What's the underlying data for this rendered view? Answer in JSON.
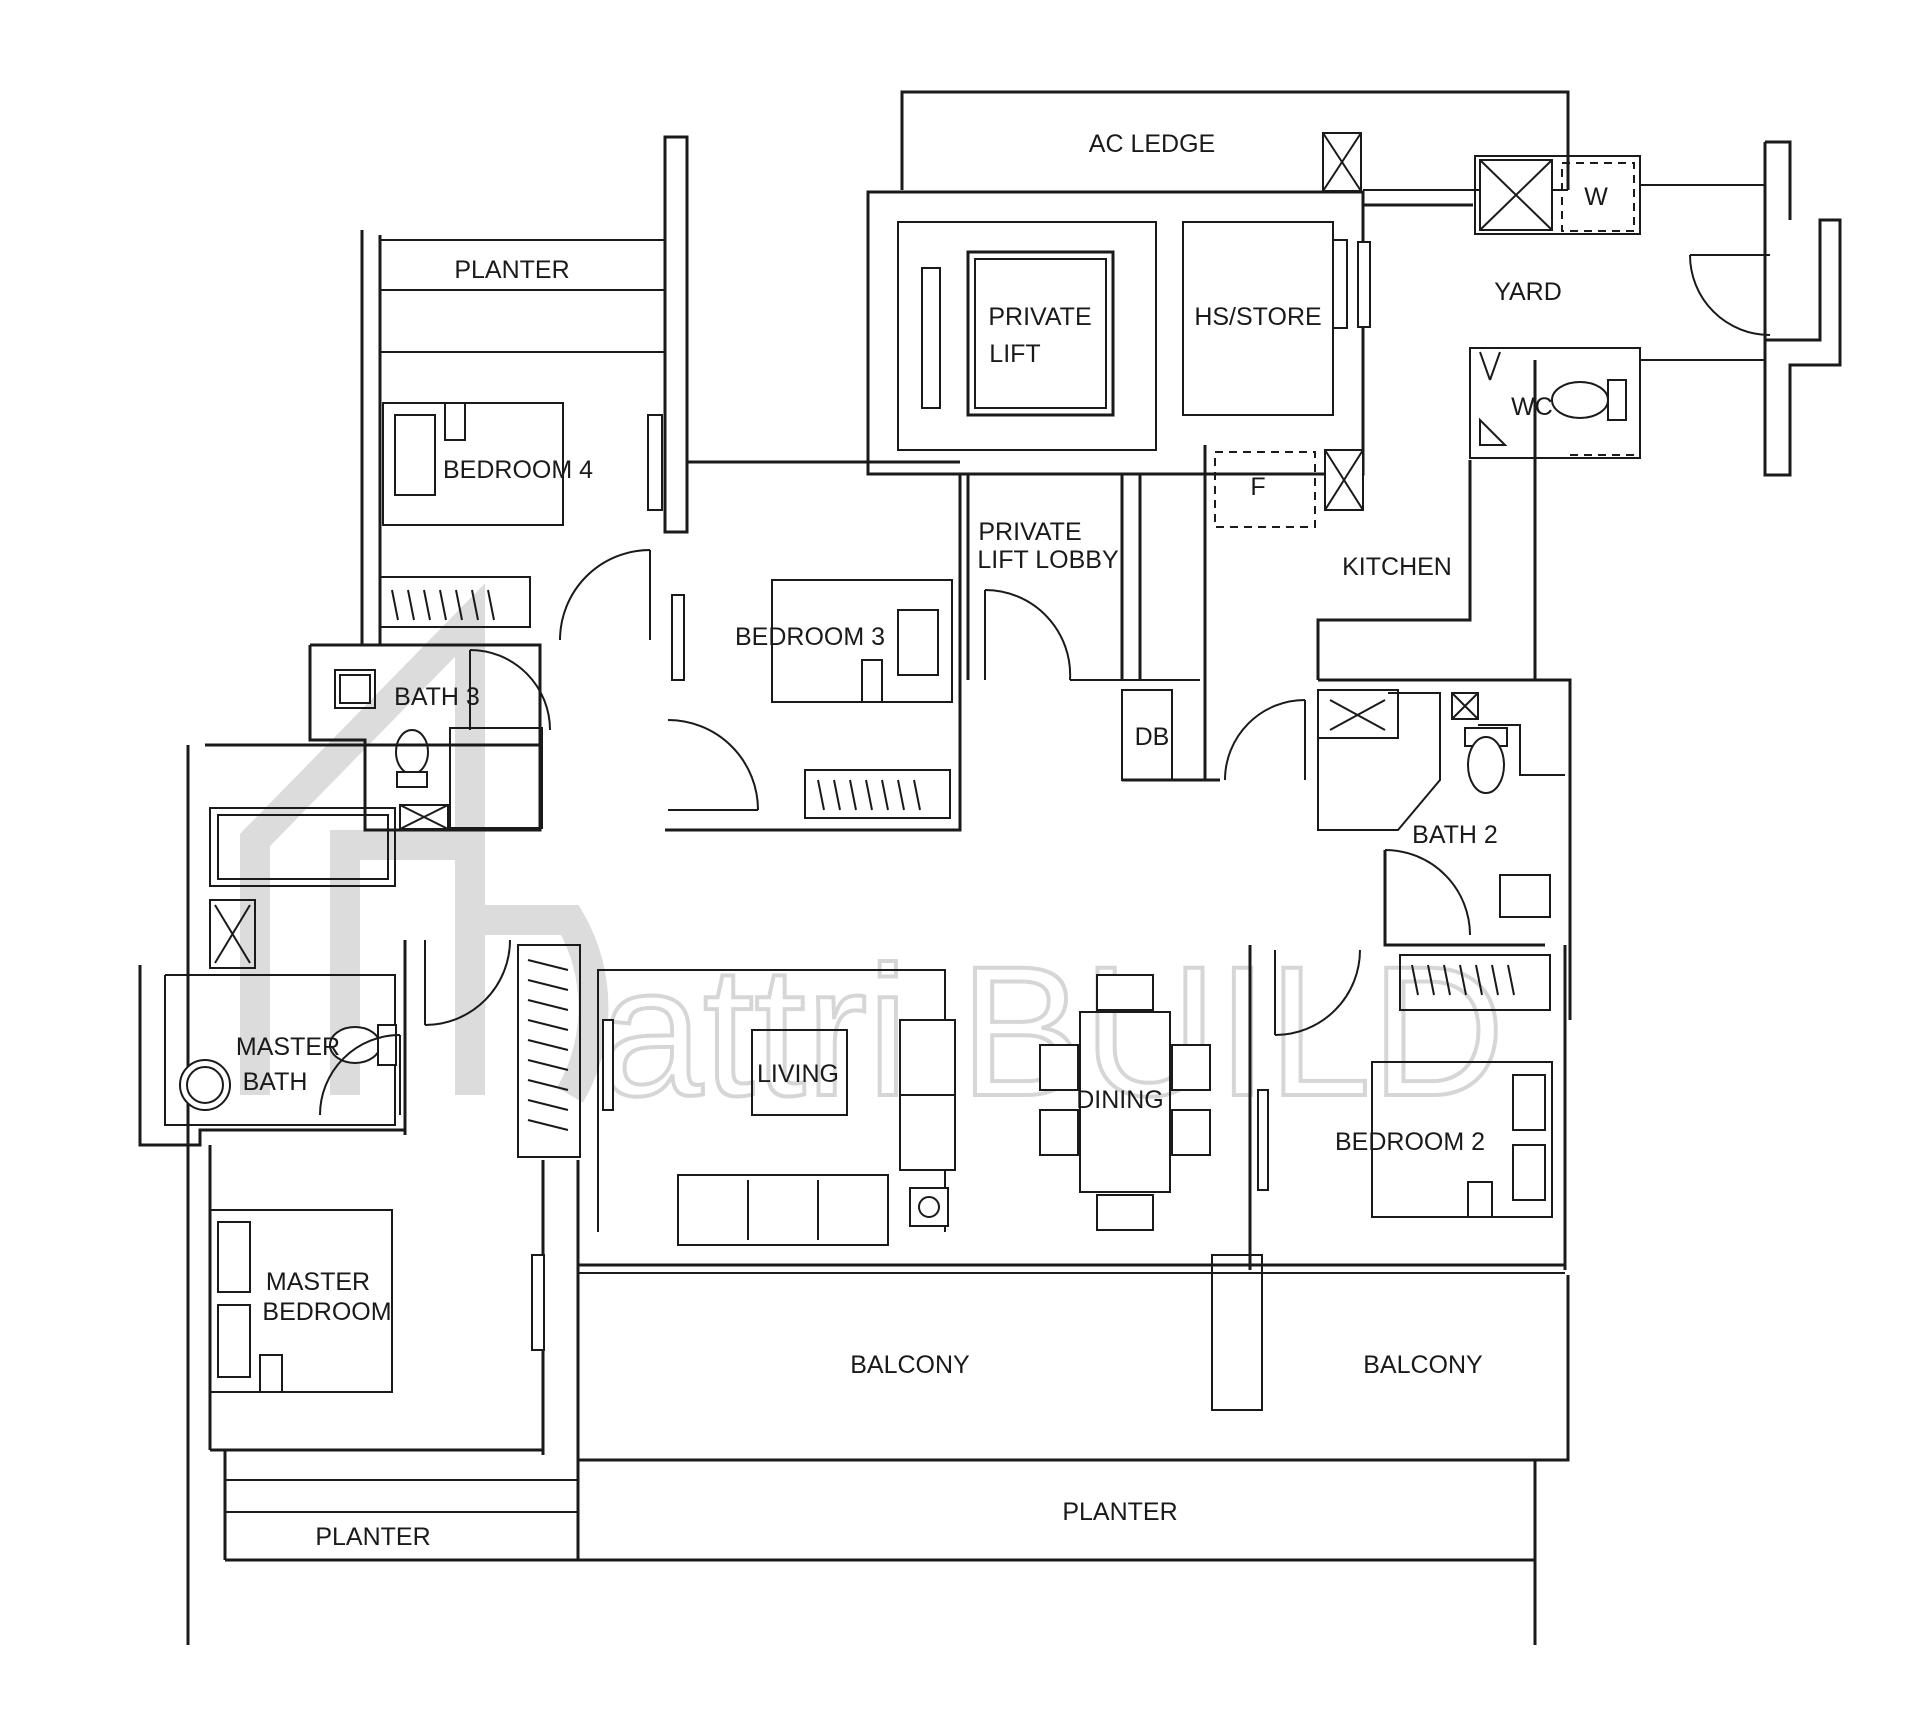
{
  "labels": {
    "ac_ledge": "AC LEDGE",
    "planter_top": "PLANTER",
    "private_lift": [
      "PRIVATE",
      "LIFT"
    ],
    "hs_store": "HS/STORE",
    "yard": "YARD",
    "w": "W",
    "wc": "WC",
    "f": "F",
    "bedroom_4": "BEDROOM 4",
    "private_lift_lobby": [
      "PRIVATE",
      "LIFT LOBBY"
    ],
    "kitchen": "KITCHEN",
    "bedroom_3": "BEDROOM 3",
    "bath_3": "BATH 3",
    "db": "DB",
    "bath_2": "BATH 2",
    "master_bath": [
      "MASTER",
      "BATH"
    ],
    "living": "LIVING",
    "dining": "DINING",
    "bedroom_2": "BEDROOM 2",
    "master_bedroom": [
      "MASTER",
      "BEDROOM"
    ],
    "balcony_left": "BALCONY",
    "balcony_right": "BALCONY",
    "planter_bottom_left": "PLANTER",
    "planter_bottom_right": "PLANTER"
  },
  "watermark": {
    "text": "attri.BUILD",
    "color": "#d6d6d6"
  },
  "colors": {
    "line": "#1a1a1a",
    "background": "#ffffff"
  }
}
